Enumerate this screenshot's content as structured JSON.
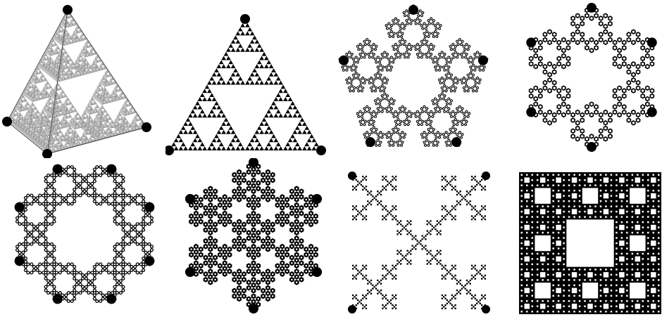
{
  "colors": {
    "background": "#ffffff",
    "ink": "#000000",
    "pyramid_light": "#d0d0d0",
    "pyramid_dark": "#5a5a5a"
  },
  "panels": [
    {
      "id": "sierpinski-pyramid",
      "shape": "tetrahedron",
      "depth": 5,
      "vertices": 4
    },
    {
      "id": "sierpinski-triangle",
      "shape": "triangle",
      "depth": 5,
      "vertices": 3
    },
    {
      "id": "pentaflake",
      "shape": "pentagon",
      "depth": 4,
      "vertices": 5
    },
    {
      "id": "hexaflake",
      "shape": "hexagon",
      "depth": 3,
      "vertices": 6
    },
    {
      "id": "octaflake-ring",
      "shape": "octagon",
      "depth": 3,
      "vertices": 8
    },
    {
      "id": "hexaflake-filled",
      "shape": "hexagon",
      "depth": 3,
      "vertices": 6
    },
    {
      "id": "vicsek-saltire",
      "shape": "square-diagonal",
      "depth": 4,
      "vertices": 4
    },
    {
      "id": "sierpinski-carpet",
      "shape": "square",
      "depth": 4,
      "vertices": 0
    }
  ]
}
